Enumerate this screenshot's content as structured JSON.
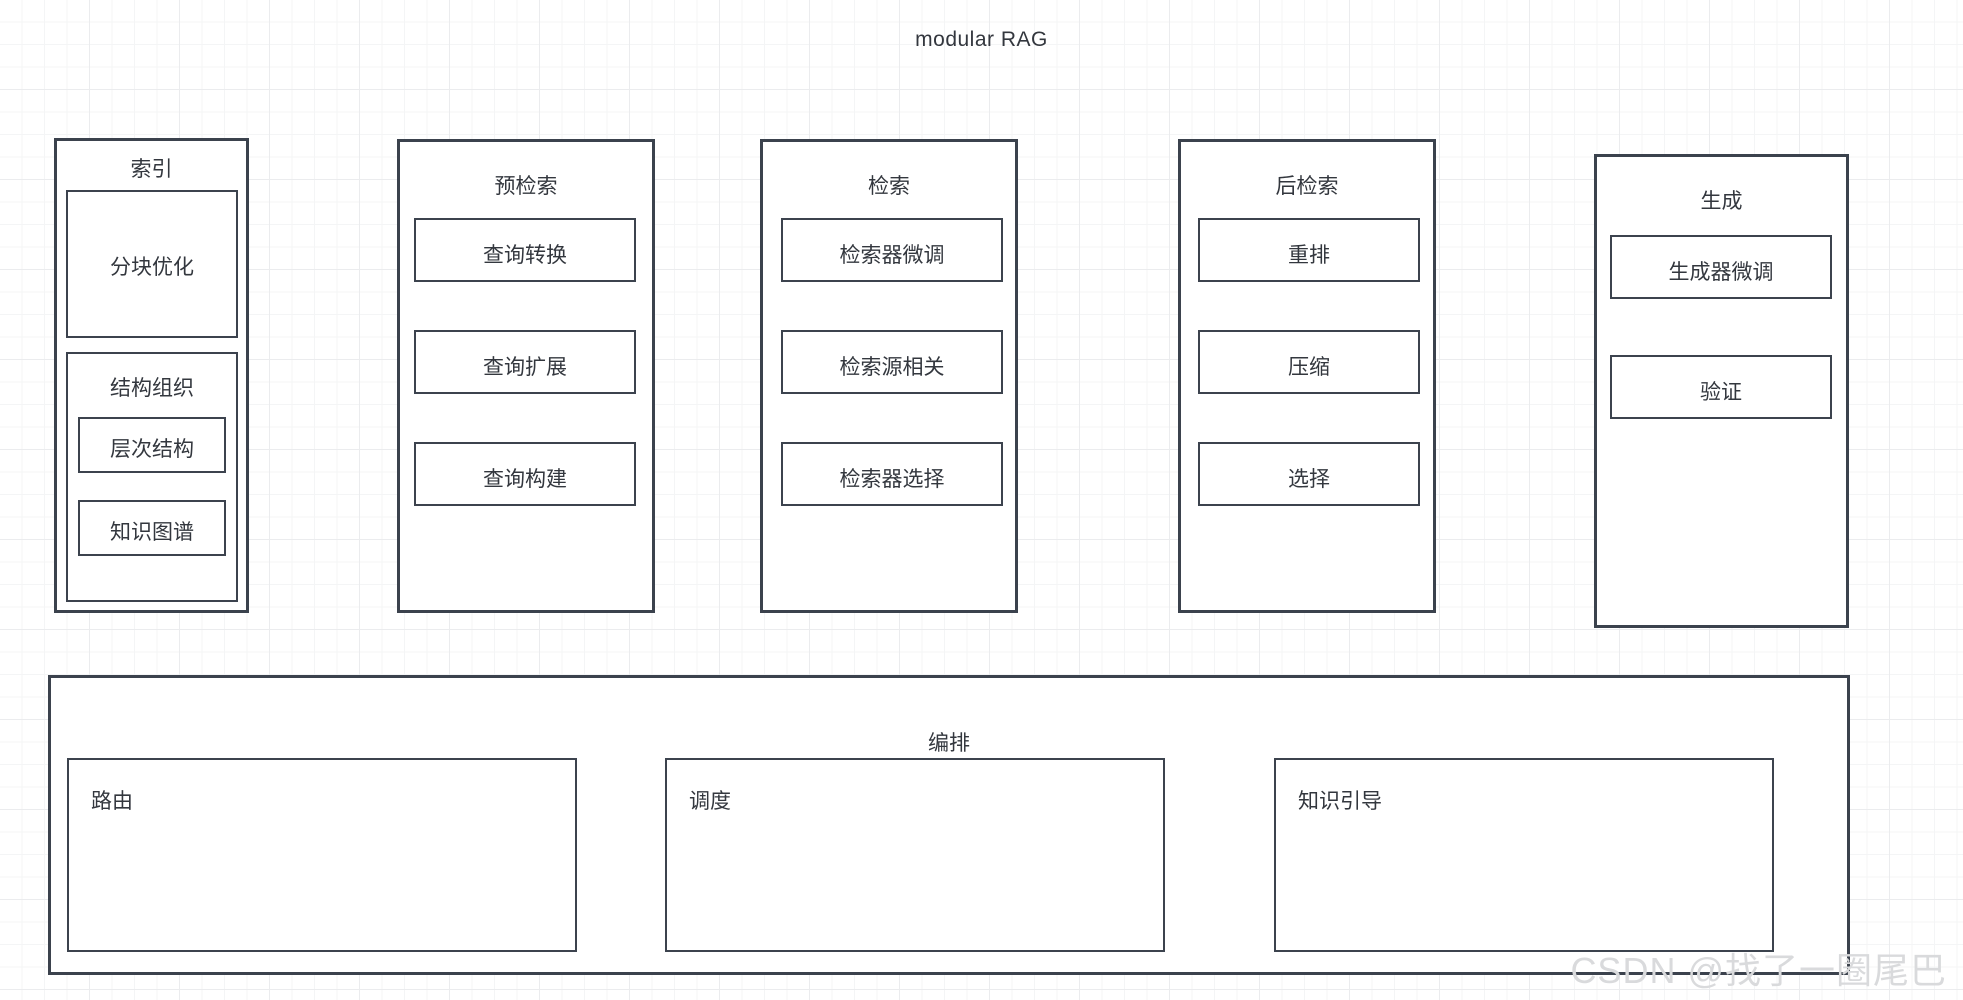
{
  "diagram": {
    "title": "modular  RAG",
    "watermark": "CSDN @找了一圈尾巴"
  },
  "colors": {
    "stroke": "#3b424d",
    "text": "#33373e",
    "grid_minor": "#f4f5f6",
    "grid_major": "#ebecee",
    "background": "#ffffff",
    "watermark": "#d9dadc"
  },
  "stages": [
    {
      "id": "indexing",
      "title": "索引",
      "items": [
        {
          "id": "chunk-optimization",
          "label": "分块优化",
          "label_align": "center"
        },
        {
          "id": "structure-organization",
          "label": "结构组织",
          "label_align": "center",
          "children": [
            {
              "id": "hierarchical-structure",
              "label": "层次结构"
            },
            {
              "id": "knowledge-graph",
              "label": "知识图谱"
            }
          ]
        }
      ]
    },
    {
      "id": "pre-retrieval",
      "title": "预检索",
      "items": [
        {
          "id": "query-transformation",
          "label": "查询转换",
          "label_align": "center"
        },
        {
          "id": "query-expansion",
          "label": "查询扩展",
          "label_align": "center"
        },
        {
          "id": "query-construction",
          "label": "查询构建",
          "label_align": "center"
        }
      ]
    },
    {
      "id": "retrieval",
      "title": "检索",
      "items": [
        {
          "id": "retriever-finetune",
          "label": "检索器微调",
          "label_align": "center"
        },
        {
          "id": "retrieval-source-relevance",
          "label": "检索源相关",
          "label_align": "center"
        },
        {
          "id": "retriever-selection",
          "label": "检索器选择",
          "label_align": "center"
        }
      ]
    },
    {
      "id": "post-retrieval",
      "title": "后检索",
      "items": [
        {
          "id": "rerank",
          "label": "重排",
          "label_align": "center"
        },
        {
          "id": "compression",
          "label": "压缩",
          "label_align": "center"
        },
        {
          "id": "selection",
          "label": "选择",
          "label_align": "center"
        }
      ]
    },
    {
      "id": "generation",
      "title": "生成",
      "items": [
        {
          "id": "generator-finetune",
          "label": "生成器微调",
          "label_align": "center"
        },
        {
          "id": "verification",
          "label": "验证",
          "label_align": "center"
        }
      ]
    }
  ],
  "orchestration": {
    "id": "orchestration",
    "title": "编排",
    "items": [
      {
        "id": "routing",
        "label": "路由",
        "label_align": "top-left"
      },
      {
        "id": "scheduling",
        "label": "调度",
        "label_align": "top-left"
      },
      {
        "id": "knowledge-guidance",
        "label": "知识引导",
        "label_align": "top-left"
      }
    ]
  }
}
